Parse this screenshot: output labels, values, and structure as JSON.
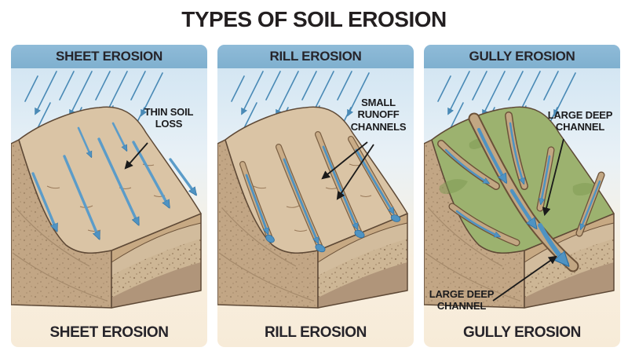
{
  "title": "TYPES OF SOIL EROSION",
  "colors": {
    "header_blue": "#87b6d4",
    "sky_blue": "#d4e6f3",
    "cream": "#f8efdf",
    "rain_blue": "#4a8ab6",
    "water_blue": "#4f93c2",
    "soil_tan": "#dac4a5",
    "soil_outline": "#5e4936",
    "grass_green": "#9cb26f",
    "label_text": "#1b1b1d"
  },
  "panels": [
    {
      "header": "SHEET EROSION",
      "caption": "SHEET EROSION",
      "annotation": "THIN SOIL\nLOSS"
    },
    {
      "header": "RILL EROSION",
      "caption": "RILL EROSION",
      "annotation": "SMALL\nRUNOFF\nCHANNELS"
    },
    {
      "header": "GULLY EROSION",
      "caption": "GULLY EROSION",
      "annotation": "LARGE DEEP\nCHANNEL",
      "annotation2": "LARGE DEEP\nCHANNEL"
    }
  ]
}
